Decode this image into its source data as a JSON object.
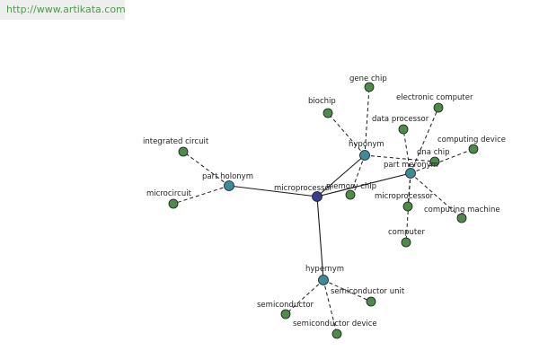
{
  "header": {
    "url": "http://www.artikata.com"
  },
  "graph": {
    "center": {
      "id": "center",
      "label": "microprocessor",
      "kind": "center"
    },
    "nodes": [
      {
        "id": "hyponym",
        "label": "hyponym",
        "kind": "relation"
      },
      {
        "id": "part_meronym",
        "label": "part meronym",
        "kind": "relation"
      },
      {
        "id": "part_holonym",
        "label": "part holonym",
        "kind": "relation"
      },
      {
        "id": "hypernym",
        "label": "hypernym",
        "kind": "relation"
      },
      {
        "id": "gene_chip",
        "label": "gene chip",
        "kind": "leaf"
      },
      {
        "id": "biochip",
        "label": "biochip",
        "kind": "leaf"
      },
      {
        "id": "memory_chip",
        "label": "memory chip",
        "kind": "leaf"
      },
      {
        "id": "electronic_computer",
        "label": "electronic computer",
        "kind": "leaf"
      },
      {
        "id": "data_processor",
        "label": "data processor",
        "kind": "leaf"
      },
      {
        "id": "dna_chip",
        "label": "dna chip",
        "kind": "leaf"
      },
      {
        "id": "computing_device",
        "label": "computing device",
        "kind": "leaf"
      },
      {
        "id": "microprocessor_leaf",
        "label": "microprocessor",
        "kind": "leaf"
      },
      {
        "id": "computing_machine",
        "label": "computing machine",
        "kind": "leaf"
      },
      {
        "id": "computer",
        "label": "computer",
        "kind": "leaf"
      },
      {
        "id": "integrated_circuit",
        "label": "integrated circuit",
        "kind": "leaf"
      },
      {
        "id": "microcircuit",
        "label": "microcircuit",
        "kind": "leaf"
      },
      {
        "id": "semiconductor",
        "label": "semiconductor",
        "kind": "leaf"
      },
      {
        "id": "semiconductor_unit",
        "label": "semiconductor unit",
        "kind": "leaf"
      },
      {
        "id": "semiconductor_device",
        "label": "semiconductor device",
        "kind": "leaf"
      }
    ],
    "edges": [
      {
        "from": "center",
        "to": "hyponym",
        "style": "solid"
      },
      {
        "from": "center",
        "to": "part_meronym",
        "style": "solid"
      },
      {
        "from": "center",
        "to": "part_holonym",
        "style": "solid"
      },
      {
        "from": "center",
        "to": "hypernym",
        "style": "solid"
      },
      {
        "from": "hyponym",
        "to": "gene_chip",
        "style": "dashed"
      },
      {
        "from": "hyponym",
        "to": "biochip",
        "style": "dashed"
      },
      {
        "from": "hyponym",
        "to": "memory_chip",
        "style": "dashed"
      },
      {
        "from": "hyponym",
        "to": "dna_chip",
        "style": "dashed"
      },
      {
        "from": "part_meronym",
        "to": "electronic_computer",
        "style": "dashed"
      },
      {
        "from": "part_meronym",
        "to": "data_processor",
        "style": "dashed"
      },
      {
        "from": "part_meronym",
        "to": "computing_device",
        "style": "dashed"
      },
      {
        "from": "part_meronym",
        "to": "microprocessor_leaf",
        "style": "dashed"
      },
      {
        "from": "part_meronym",
        "to": "computing_machine",
        "style": "dashed"
      },
      {
        "from": "part_meronym",
        "to": "computer",
        "style": "dashed"
      },
      {
        "from": "part_holonym",
        "to": "integrated_circuit",
        "style": "dashed"
      },
      {
        "from": "part_holonym",
        "to": "microcircuit",
        "style": "dashed"
      },
      {
        "from": "hypernym",
        "to": "semiconductor",
        "style": "dashed"
      },
      {
        "from": "hypernym",
        "to": "semiconductor_unit",
        "style": "dashed"
      },
      {
        "from": "hypernym",
        "to": "semiconductor_device",
        "style": "dashed"
      }
    ]
  }
}
